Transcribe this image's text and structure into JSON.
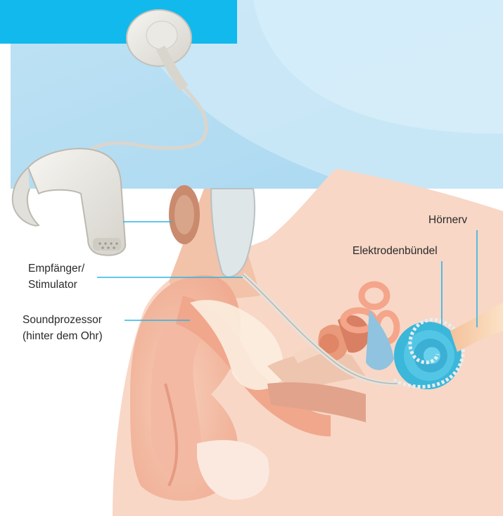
{
  "labels": {
    "receiver": {
      "line1": "Empfänger/",
      "line2": "Stimulator"
    },
    "processor": {
      "line1": "Soundprozessor",
      "line2": "(hinter dem Ohr)"
    },
    "nerve": "Hörnerv",
    "electrodes": "Elektrodenbündel"
  },
  "colors": {
    "accent_bar": "#12b9ec",
    "leader_line": "#2bb5e6",
    "panel_blue": "#c6e6f6",
    "cochlea": "#3bb7da"
  },
  "icons": [
    "sound-processor-device",
    "cochlear-implant-coil",
    "ear-anatomy",
    "cochlea"
  ]
}
